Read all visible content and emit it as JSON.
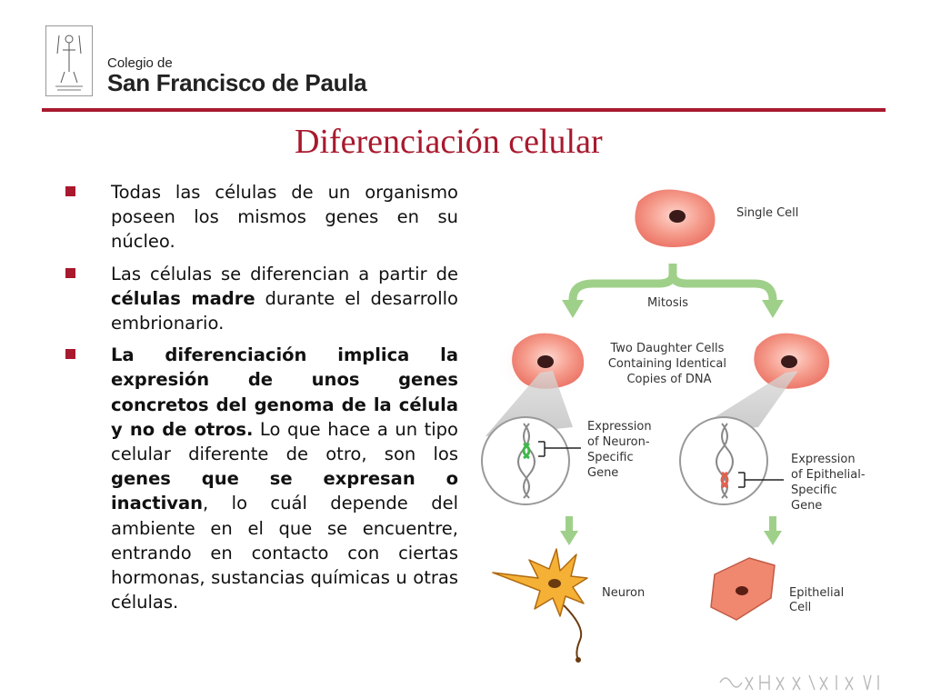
{
  "header": {
    "logo_line1": "Colegio de",
    "logo_line2": "San Francisco de Paula",
    "logo_icon": "school-crest-icon"
  },
  "title": "Diferenciación celular",
  "accent_color": "#a8192e",
  "bullets": [
    {
      "parts": [
        {
          "t": "Todas las células de un organismo poseen los mismos genes en su núcleo.",
          "b": false
        }
      ]
    },
    {
      "parts": [
        {
          "t": "Las células se diferencian a partir de ",
          "b": false
        },
        {
          "t": "células madre",
          "b": true
        },
        {
          "t": " durante el desarrollo embrionario.",
          "b": false
        }
      ]
    },
    {
      "parts": [
        {
          "t": "La diferenciación implica la expresión de unos genes concretos del genoma de la célula y no de otros.",
          "b": true
        },
        {
          "t": " Lo que hace a un tipo celular diferente de otro, son los ",
          "b": false
        },
        {
          "t": "genes que se expresan o inactivan",
          "b": true
        },
        {
          "t": ", lo cuál depende del ambiente en el que se encuentre, entrando en contacto con ciertas hormonas, sustancias químicas u otras células.",
          "b": false
        }
      ]
    }
  ],
  "diagram": {
    "single_cell": "Single Cell",
    "mitosis": "Mitosis",
    "daughter_cells": [
      "Two Daughter Cells",
      "Containing Identical",
      "Copies of DNA"
    ],
    "expr_neuron": [
      "Expression",
      "of Neuron-",
      "Specific",
      "Gene"
    ],
    "expr_epithelial": [
      "Expression",
      "of Epithelial-",
      "Specific",
      "Gene"
    ],
    "neuron": "Neuron",
    "epithelial": [
      "Epithelial",
      "Cell"
    ]
  }
}
